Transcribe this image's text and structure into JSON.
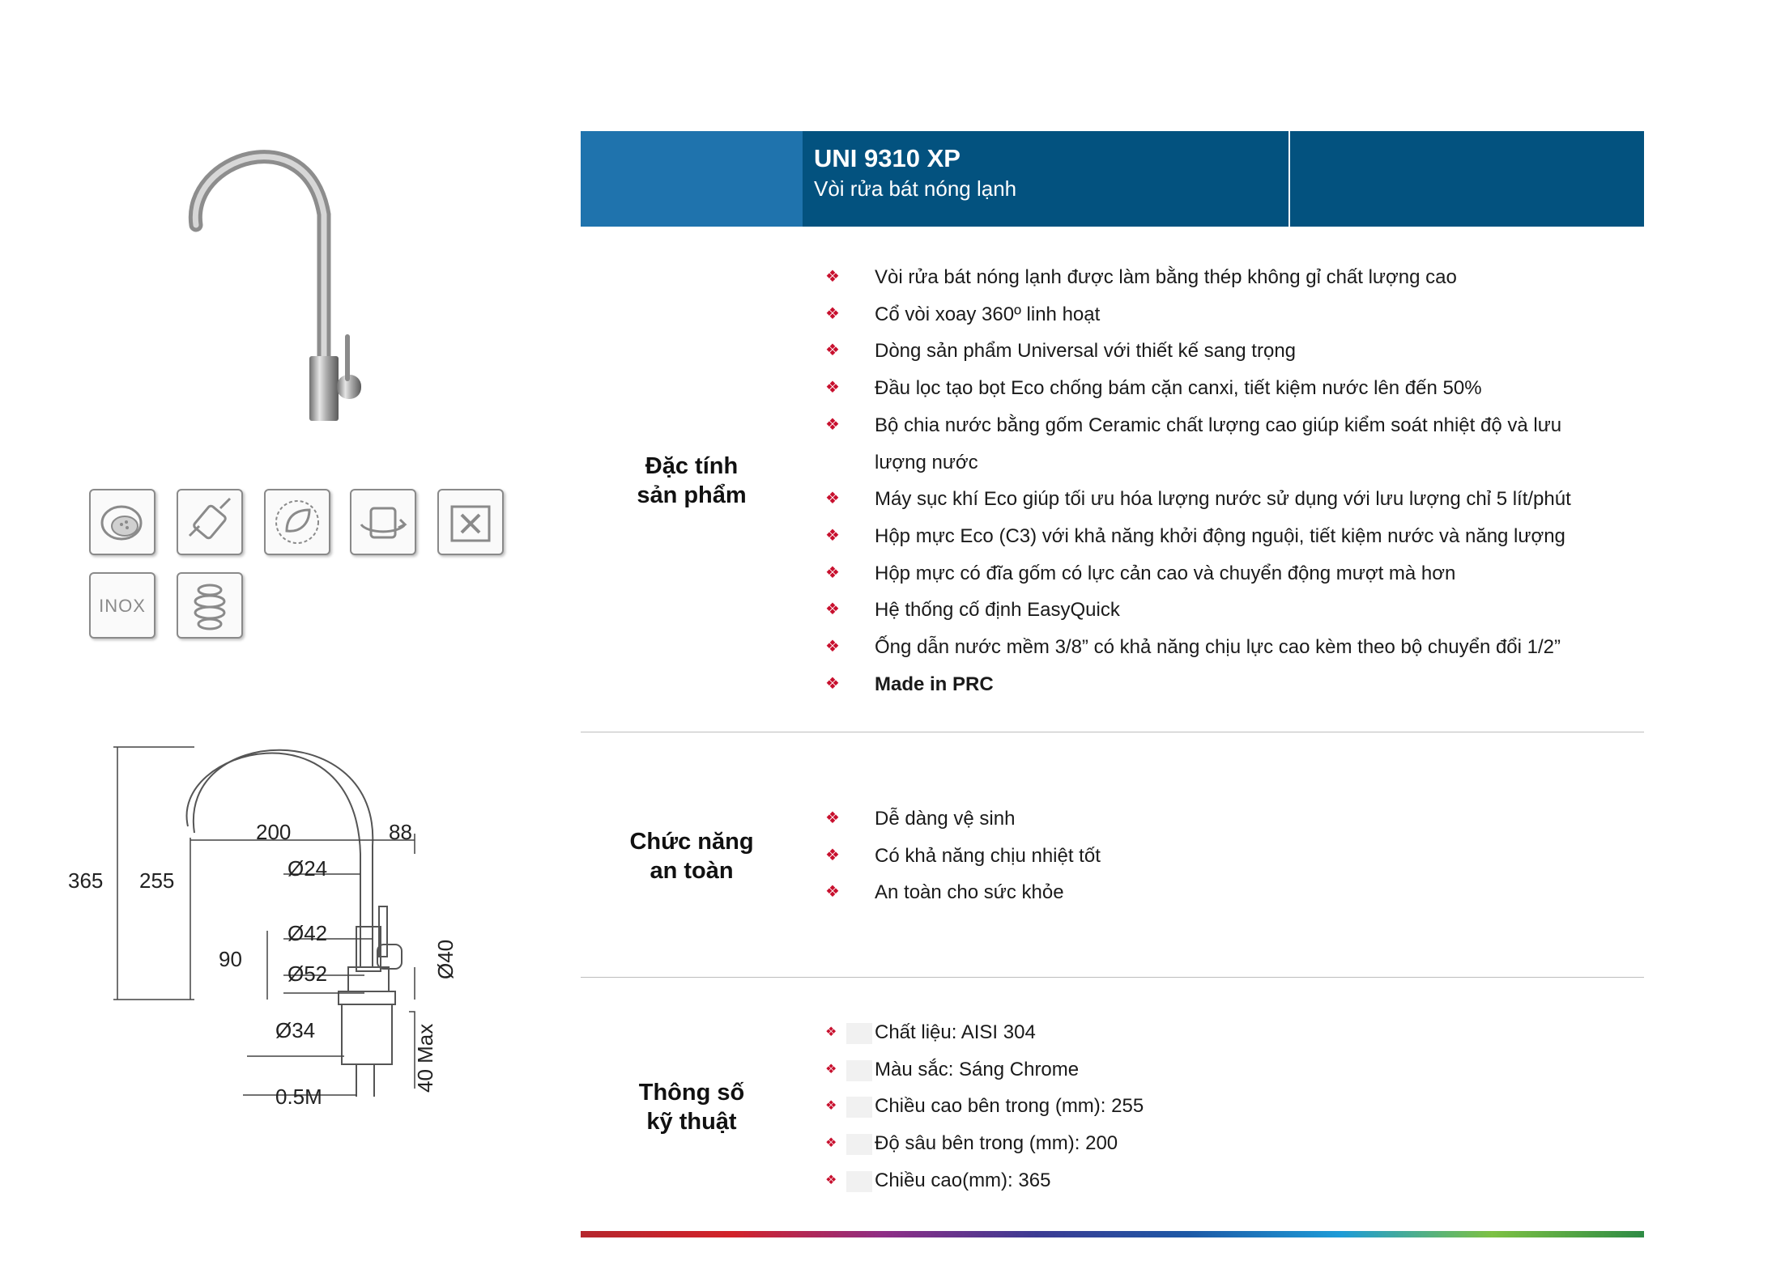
{
  "header": {
    "title": "UNI 9310 XP",
    "subtitle": "Vòi rửa bát nóng lạnh"
  },
  "sections": {
    "features": {
      "label_line1": "Đặc tính",
      "label_line2": "sản phẩm",
      "items": [
        "Vòi rửa bát nóng lạnh được làm bằng thép không gỉ chất lượng cao",
        "Cổ vòi xoay 360º linh hoạt",
        "Dòng sản phẩm Universal với thiết kế sang trọng",
        "Đầu lọc tạo bọt Eco chống bám cặn canxi, tiết kiệm nước lên đến 50%",
        "Bộ chia nước bằng gốm Ceramic chất lượng cao giúp kiểm soát nhiệt độ và lưu",
        "lượng nước",
        "Máy sục khí Eco giúp tối ưu hóa lượng nước sử dụng với lưu lượng chỉ 5 lít/phút",
        "Hộp mực Eco (C3) với khả năng khởi động nguội, tiết kiệm nước và năng lượng",
        "Hộp mực có đĩa gốm có lực cản cao và chuyển động mượt mà hơn",
        "Hệ thống cố định EasyQuick",
        "Ống dẫn nước mềm 3/8” có khả năng chịu lực cao kèm theo bộ chuyển đổi 1/2”",
        "Made in PRC"
      ]
    },
    "safety": {
      "label_line1": "Chức năng",
      "label_line2": "an toàn",
      "items": [
        "Dễ dàng vệ sinh",
        "Có khả năng chịu nhiệt tốt",
        "An toàn cho sức khỏe"
      ]
    },
    "specs": {
      "label_line1": "Thông số",
      "label_line2": "kỹ thuật",
      "items": [
        "Chất liệu: AISI 304",
        "Màu sắc: Sáng Chrome",
        "Chiều cao bên trong (mm): 255",
        "Độ sâu bên trong (mm): 200",
        "Chiều cao(mm): 365"
      ]
    }
  },
  "icons": {
    "row1": [
      "aerator-icon",
      "swivel-hose-icon",
      "eco-leaf-icon",
      "rotation-360-icon",
      "easy-install-icon"
    ],
    "row2": [
      "inox-icon",
      "ceramic-cartridge-icon"
    ],
    "inox_label": "INOX"
  },
  "drawing": {
    "d365": "365",
    "d255": "255",
    "d200": "200",
    "d88": "88",
    "d24": "Ø24",
    "d42": "Ø42",
    "d52": "Ø52",
    "d90": "90",
    "d40": "Ø40",
    "d34": "Ø34",
    "d40max": "40 Max",
    "d05": "0.5M"
  },
  "colors": {
    "header_light": "#1f73ad",
    "header_dark": "#03527f",
    "bullet": "#c8102e",
    "bar": [
      "#b5272d",
      "#d2232a",
      "#8e2e86",
      "#3c3b93",
      "#1d59a6",
      "#1d9bd7",
      "#7dc143",
      "#2e8b45"
    ]
  }
}
